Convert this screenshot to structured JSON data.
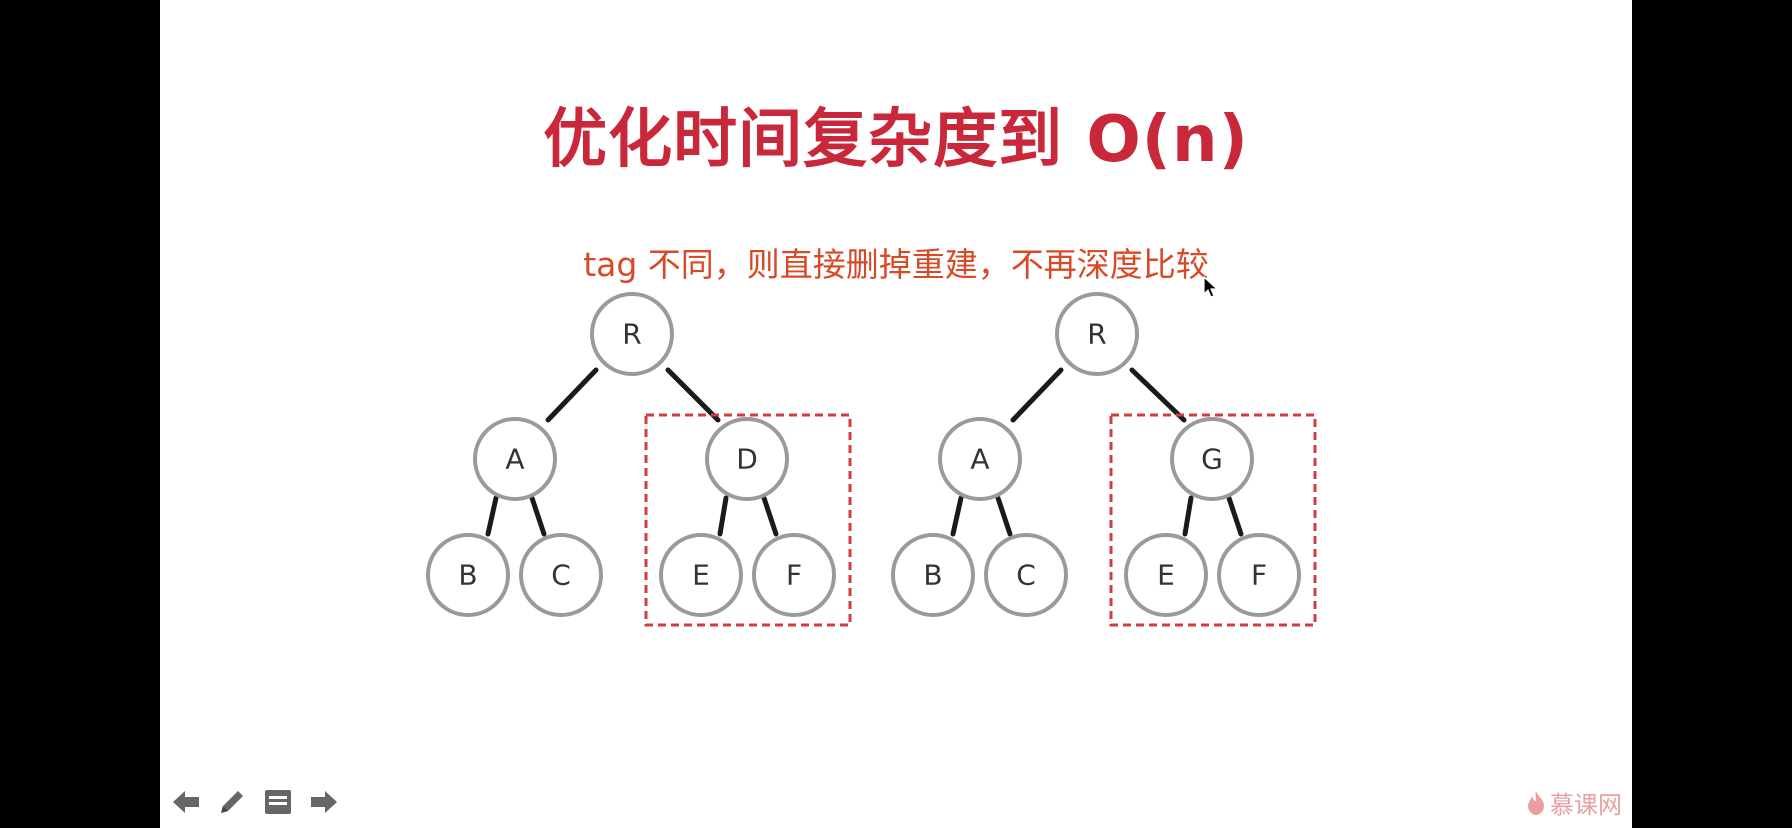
{
  "slide": {
    "title": "优化时间复杂度到 O(n)",
    "subtitle": "tag 不同，则直接删掉重建，不再深度比较"
  },
  "trees": [
    {
      "root": "R",
      "left": {
        "label": "A",
        "children": [
          "B",
          "C"
        ]
      },
      "right": {
        "label": "D",
        "children": [
          "E",
          "F"
        ]
      }
    },
    {
      "root": "R",
      "left": {
        "label": "A",
        "children": [
          "B",
          "C"
        ]
      },
      "right": {
        "label": "G",
        "children": [
          "E",
          "F"
        ]
      }
    }
  ],
  "toolbar": {
    "icons": [
      "arrow-left-icon",
      "pencil-icon",
      "notes-icon",
      "arrow-right-icon"
    ]
  },
  "branding": {
    "logo_text": "慕课网"
  },
  "colors": {
    "title": "#c8283a",
    "subtitle": "#d84a26",
    "highlight_box": "#d23c3c"
  }
}
